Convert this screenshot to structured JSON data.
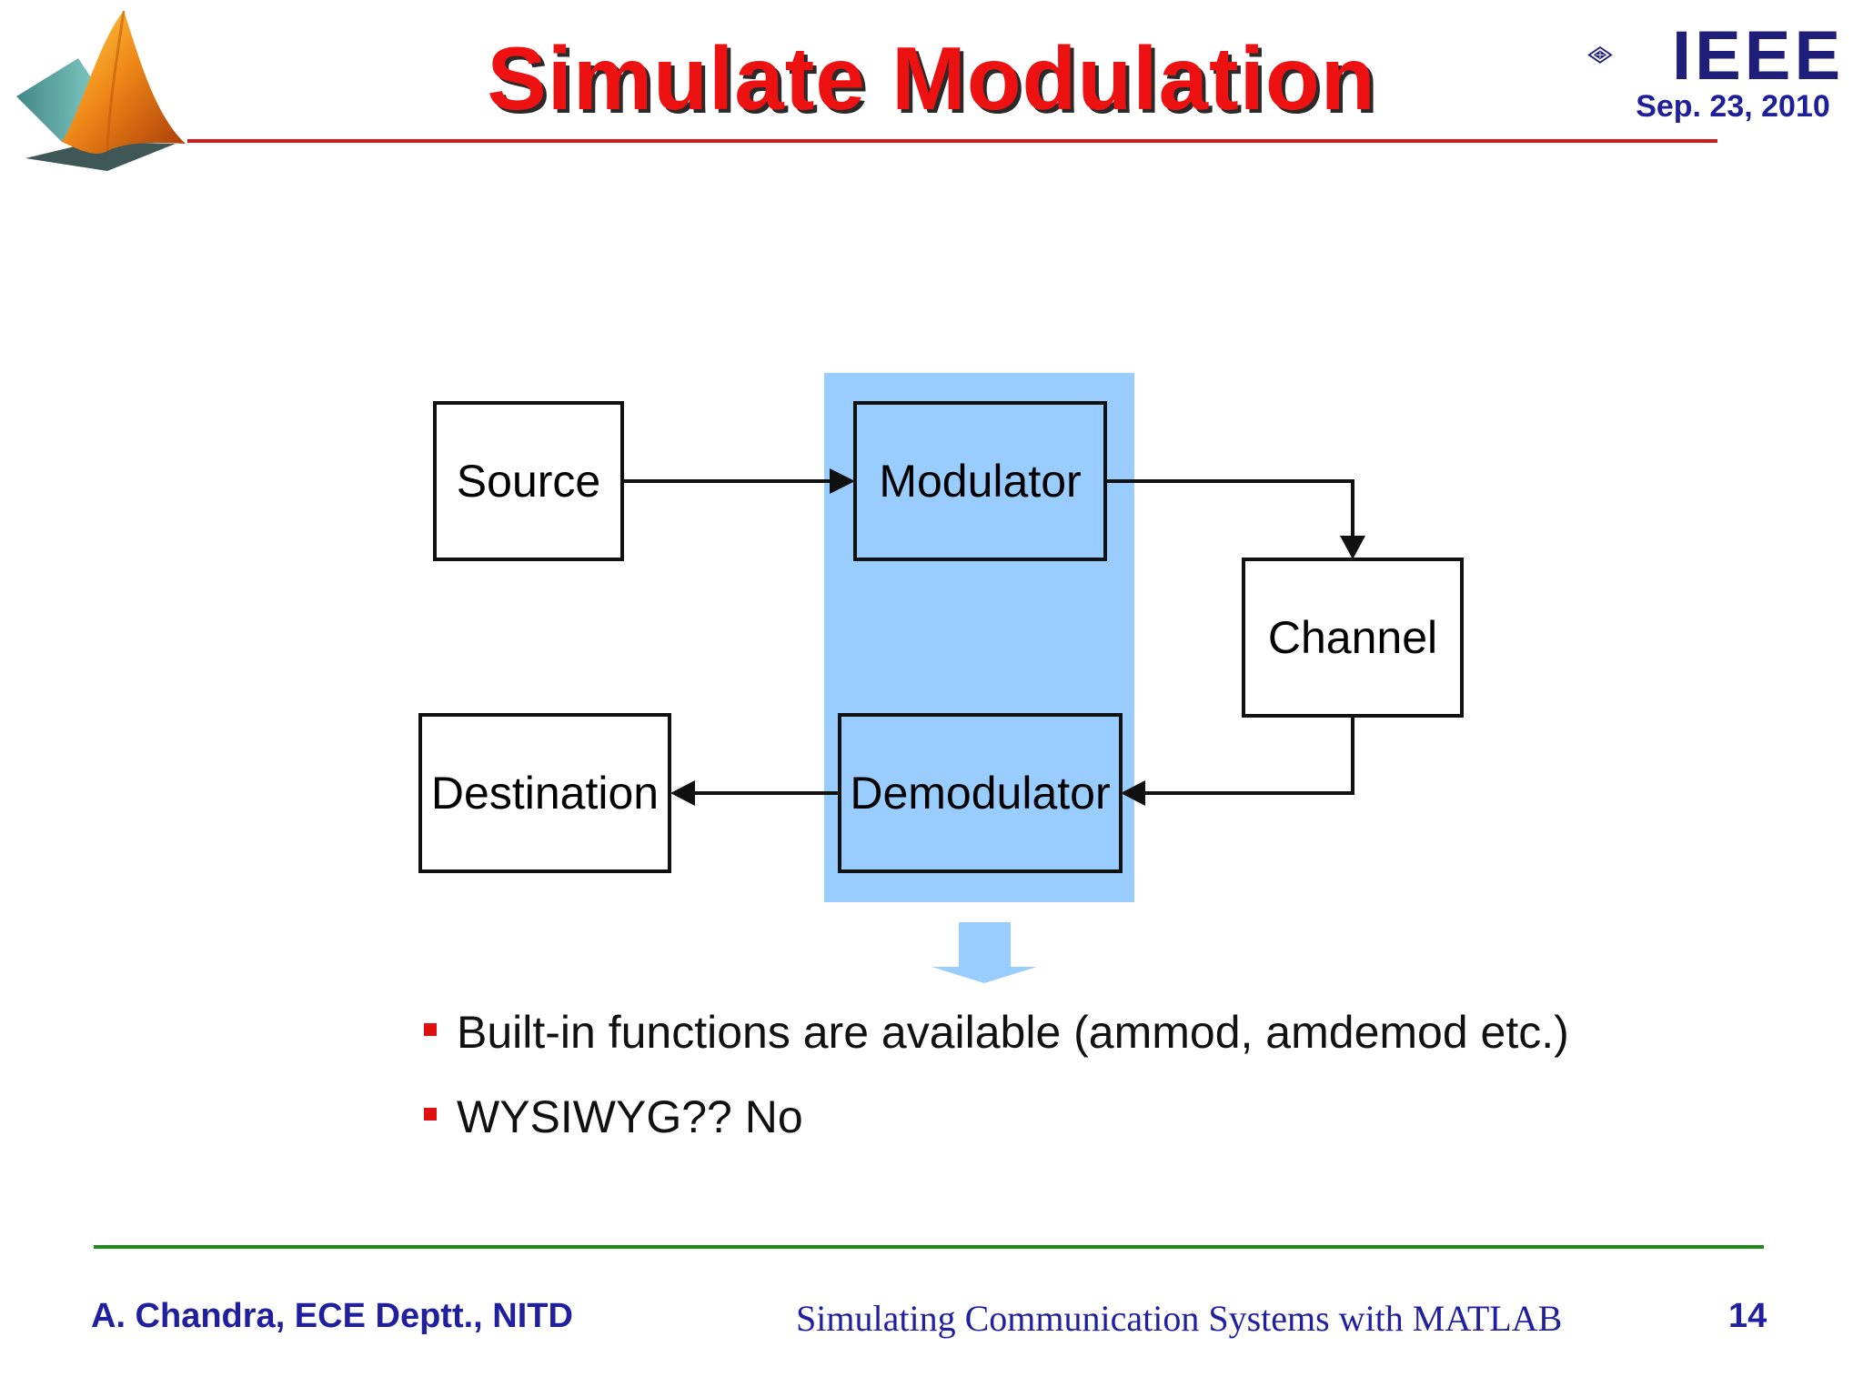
{
  "header": {
    "title": "Simulate Modulation",
    "ieee_logo_text": "IEEE",
    "date": "Sep. 23, 2010"
  },
  "diagram": {
    "blocks": {
      "source": "Source",
      "modulator": "Modulator",
      "channel": "Channel",
      "demodulator": "Demodulator",
      "destination": "Destination"
    },
    "highlight_color": "#99ccff",
    "arrow_color": "#000000"
  },
  "bullets": [
    "Built-in functions are available (ammod, amdemod etc.)",
    "WYSIWYG?? No"
  ],
  "footer": {
    "author": "A. Chandra, ECE Deptt., NITD",
    "course": "Simulating Communication Systems with MATLAB",
    "page": "14"
  },
  "colors": {
    "title": "#ee1111",
    "title_rule": "#cc1c1c",
    "footer_rule": "#1b8a1b",
    "footer_text": "#1f1fa0",
    "bullet": "#e01010"
  }
}
